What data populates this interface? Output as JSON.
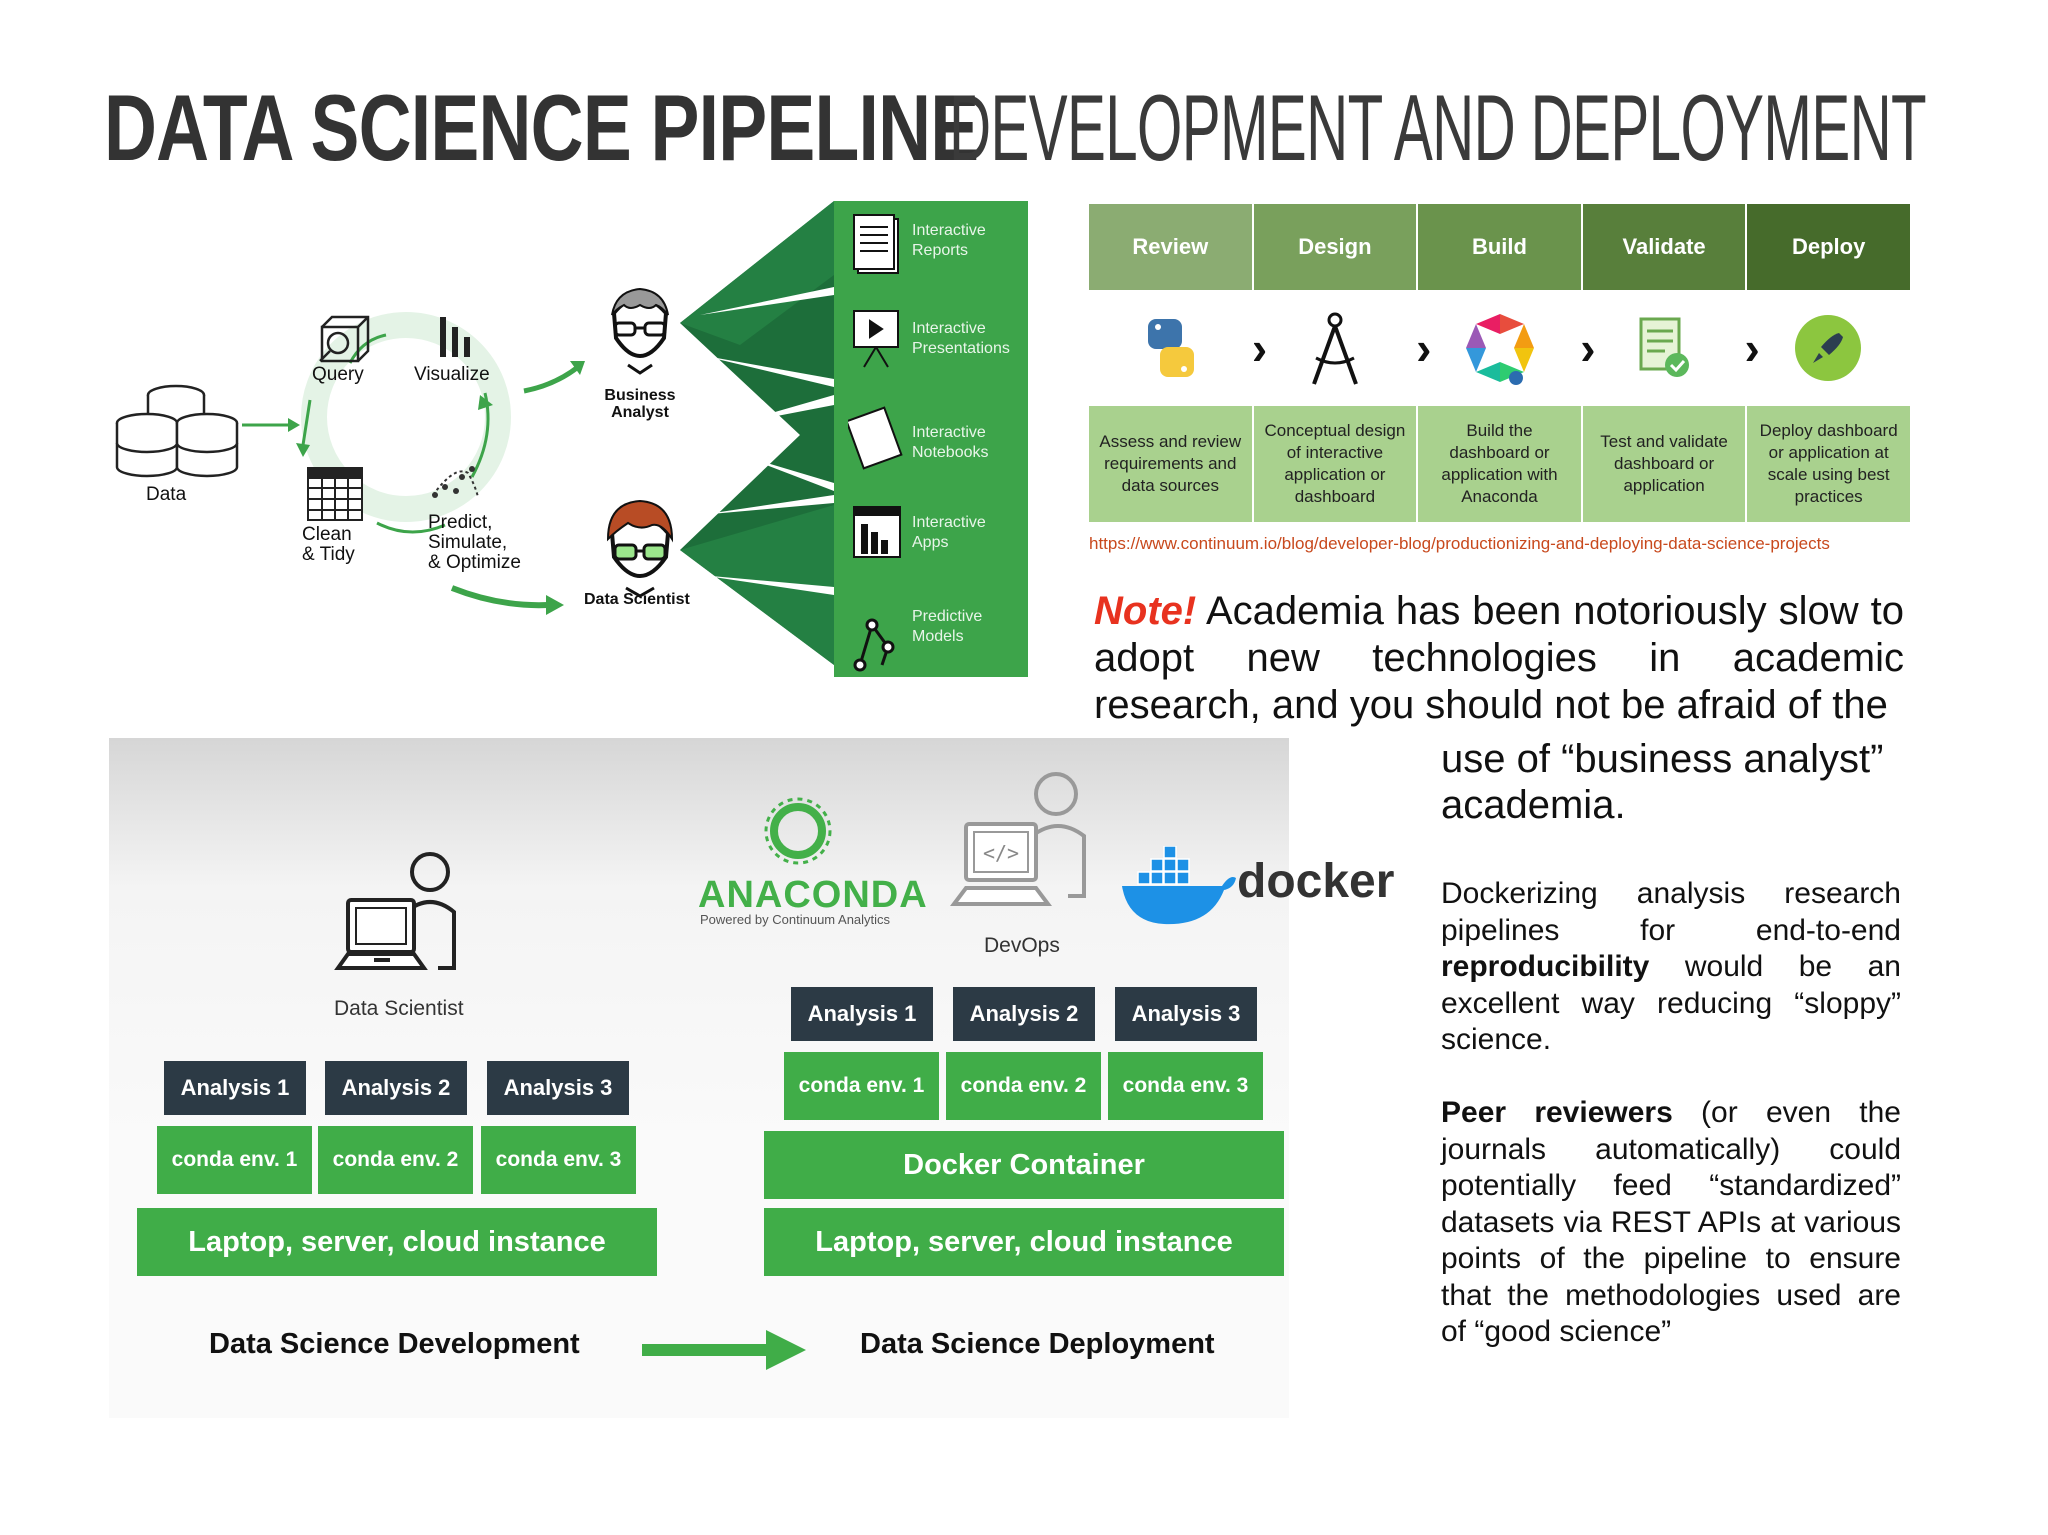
{
  "title": {
    "bold": "DATA SCIENCE PIPELINE",
    "light": "DEVELOPMENT AND DEPLOYMENT"
  },
  "cycle": {
    "data": "Data",
    "query": "Query",
    "visualize": "Visualize",
    "clean": [
      "Clean",
      "& Tidy"
    ],
    "predict": [
      "Predict,",
      "Simulate,",
      "& Optimize"
    ],
    "business_analyst": [
      "Business",
      "Analyst"
    ],
    "data_scientist": "Data Scientist",
    "outputs": [
      [
        "Interactive",
        "Reports"
      ],
      [
        "Interactive",
        "Presentations"
      ],
      [
        "Interactive",
        "Notebooks"
      ],
      [
        "Interactive",
        "Apps"
      ],
      [
        "Predictive",
        "Models"
      ]
    ]
  },
  "stages": {
    "headers": [
      "Review",
      "Design",
      "Build",
      "Validate",
      "Deploy"
    ],
    "header_colors": [
      "#8bac72",
      "#79a05c",
      "#6a934c",
      "#587f3b",
      "#466b2b"
    ],
    "icons": [
      "python-icon",
      "compass-icon",
      "anaconda-icon",
      "checklist-icon",
      "rocket-icon"
    ],
    "descriptions": [
      "Assess and review requirements and data sources",
      "Conceptual design of interactive application or dashboard",
      "Build the dashboard or application with Anaconda",
      "Test and validate dashboard or application",
      "Deploy dashboard or application at scale using best practices"
    ],
    "url": "https://www.continuum.io/blog/developer-blog/productionizing-and-deploying-data-science-projects"
  },
  "note": {
    "label": "Note!",
    "text": " Academia has been notoriously slow to adopt new technologies in academic research, and you should not be afraid of the",
    "continued": "use of “business analyst” academia.",
    "para1_start": "Dockerizing analysis research pipelines for end-to-end ",
    "para1_bold": "reproducibility",
    "para1_end": " would be an excellent way reducing “sloppy” science.",
    "para2_bold": "Peer reviewers",
    "para2_end": " (or even the journals automatically) could potentially feed “standardized” datasets via REST APIs at various points of the pipeline to ensure that the methodologies used are of “good science”"
  },
  "bottom": {
    "data_scientist": "Data Scientist",
    "devops": "DevOps",
    "anaconda": "ANACONDA",
    "anaconda_sub": "Powered by Continuum Analytics",
    "docker": "docker",
    "dev_analyses": [
      "Analysis 1",
      "Analysis 2",
      "Analysis 3"
    ],
    "dev_envs": [
      "conda env. 1",
      "conda env. 2",
      "conda env. 3"
    ],
    "dev_base": "Laptop, server, cloud instance",
    "dep_analyses": [
      "Analysis 1",
      "Analysis 2",
      "Analysis 3"
    ],
    "dep_envs": [
      "conda env. 1",
      "conda env. 2",
      "conda env. 3"
    ],
    "dep_container": "Docker Container",
    "dep_base": "Laptop, server, cloud instance",
    "dev_title": "Data Science Development",
    "dep_title": "Data Science Deployment"
  }
}
